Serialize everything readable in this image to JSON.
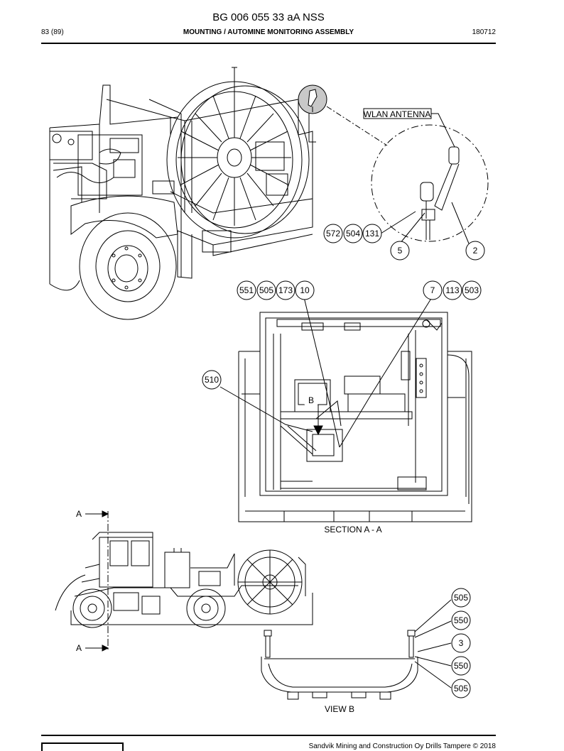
{
  "header": {
    "doc_id": "BG 006 055 33 aA NSS",
    "page": "83 (89)",
    "section_title": "MOUNTING / AUTOMINE MONITORING ASSEMBLY",
    "date_code": "180712"
  },
  "labels": {
    "wlan_antenna": "WLAN ANTENNA",
    "section_aa": "SECTION A - A",
    "view_b": "VIEW B",
    "section_marker_top": "A",
    "section_marker_bottom": "A",
    "detail_b": "B"
  },
  "callouts": {
    "b572": "572",
    "b504": "504",
    "b131": "131",
    "b5": "5",
    "b2": "2",
    "b551": "551",
    "b505a": "505",
    "b173": "173",
    "b10": "10",
    "b7": "7",
    "b113": "113",
    "b503": "503",
    "b510": "510",
    "b505b": "505",
    "b550a": "550",
    "b3": "3",
    "b550b": "550",
    "b505c": "505"
  },
  "footer": {
    "copyright": "Sandvik Mining and Construction Oy Drills Tampere © 2018"
  }
}
